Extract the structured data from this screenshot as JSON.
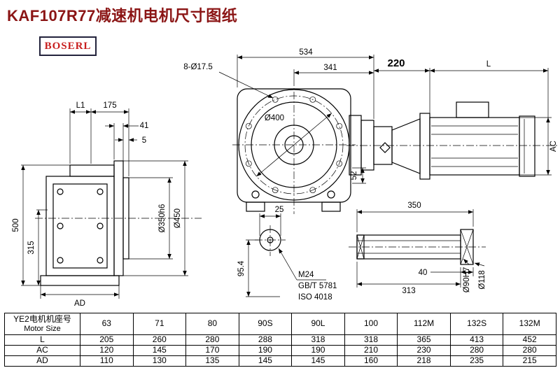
{
  "colors": {
    "title": "#8b1515",
    "logo_text": "#c81e1e",
    "logo_border": "#23233c",
    "line": "#000000"
  },
  "page": {
    "title": "KAF107R77减速机电机尺寸图纸",
    "logo": "BOSERL"
  },
  "side_view": {
    "dim_L1": "L1",
    "dim_175": "175",
    "dim_41": "41",
    "dim_5": "5",
    "dim_500": "500",
    "dim_315": "315",
    "dim_AD": "AD",
    "dim_d350": "Ø350h6",
    "dim_d450": "Ø450"
  },
  "front_view": {
    "dim_534": "534",
    "dim_341": "341",
    "dim_holes": "8-Ø17.5",
    "dim_d400": "Ø400",
    "dim_52": "52",
    "dim_25": "25",
    "dim_95_4": "95.4",
    "note_m24": "M24",
    "note_gb": "GB/T 5781",
    "note_iso": "ISO 4018"
  },
  "motor_view": {
    "dim_220": "220",
    "dim_L": "L",
    "dim_AC": "AC"
  },
  "shaft_detail": {
    "dim_350": "350",
    "dim_40": "40",
    "dim_313": "313",
    "dim_d90": "Ø90H7",
    "dim_d118": "Ø118"
  },
  "table": {
    "header": {
      "cn": "YE2电机机座号",
      "en": "Motor Size"
    },
    "sizes": [
      "63",
      "71",
      "80",
      "90S",
      "90L",
      "100",
      "112M",
      "132S",
      "132M"
    ],
    "rows": [
      {
        "label": "L",
        "values": [
          "205",
          "260",
          "280",
          "288",
          "318",
          "318",
          "365",
          "413",
          "452"
        ]
      },
      {
        "label": "AC",
        "values": [
          "120",
          "145",
          "170",
          "190",
          "190",
          "210",
          "230",
          "280",
          "280"
        ]
      },
      {
        "label": "AD",
        "values": [
          "110",
          "130",
          "135",
          "145",
          "145",
          "160",
          "218",
          "235",
          "215"
        ]
      }
    ]
  }
}
